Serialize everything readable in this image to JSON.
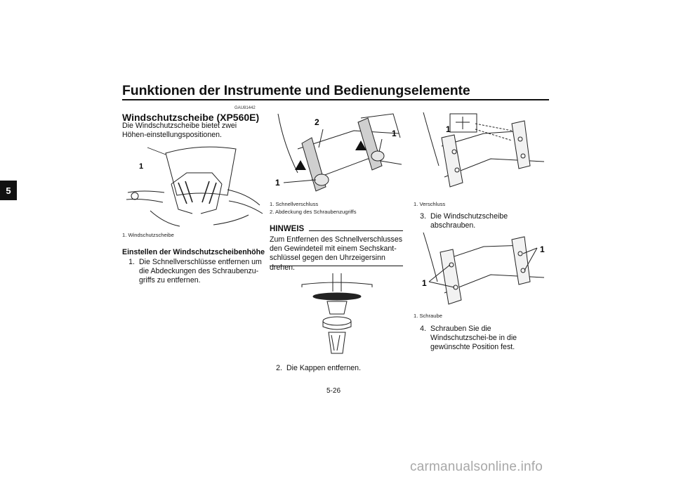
{
  "header": {
    "title": "Funktionen der Instrumente und Bedienungselemente",
    "chapter_tab": "5"
  },
  "section": {
    "code": "GAU81442",
    "heading": "Windschutzscheibe (XP560E)",
    "intro": "Die Windschutzscheibe bietet zwei Höhen-einstellungspositionen."
  },
  "figures": {
    "fig1": {
      "callout": "1",
      "captions": [
        "1. Windschutzscheibe"
      ]
    },
    "fig2": {
      "callouts": [
        "2",
        "1",
        "1"
      ],
      "captions": [
        "1. Schnellverschluss",
        "2. Abdeckung des Schraubenzugriffs"
      ]
    },
    "fig3": {
      "callout": "1",
      "captions": [
        "1. Verschluss"
      ]
    },
    "fig4": {
      "callouts": [
        "1",
        "1"
      ],
      "captions": [
        "1. Schraube"
      ]
    }
  },
  "adjust": {
    "heading": "Einstellen der Windschutzscheibenhöhe",
    "steps": [
      {
        "num": "1.",
        "text": "Die Schnellverschlüsse entfernen um die Abdeckungen des Schraubenzu-griffs zu entfernen."
      },
      {
        "num": "2.",
        "text": "Die Kappen entfernen."
      },
      {
        "num": "3.",
        "text": "Die Windschutzscheibe abschrauben."
      },
      {
        "num": "4.",
        "text": "Schrauben Sie die Windschutzschei-be in die gewünschte Position fest."
      }
    ]
  },
  "hinweis": {
    "label": "HINWEIS",
    "text": "Zum Entfernen des Schnellverschlusses den Gewindeteil mit einem Sechskant-schlüssel gegen den Uhrzeigersinn drehen."
  },
  "footer": {
    "page_number": "5-26",
    "watermark": "carmanualsonline.info"
  }
}
